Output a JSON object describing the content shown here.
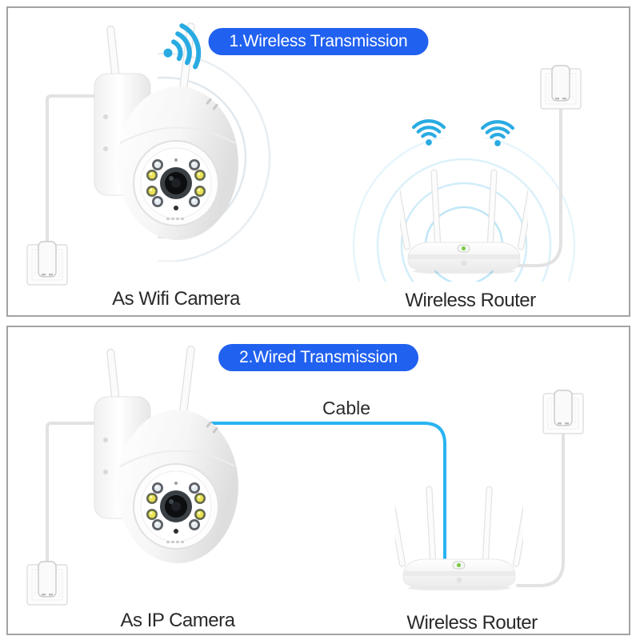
{
  "panels": [
    {
      "banner": "1.Wireless Transmission",
      "device_label": "As Wifi Camera",
      "router_label": "Wireless Router"
    },
    {
      "banner": "2.Wired Transmission",
      "device_label": "As IP Camera",
      "router_label": "Wireless Router",
      "cable_label": "Cable"
    }
  ],
  "icons": {
    "wifi_signal": "wifi-signal-icon",
    "signal_ripples": "signal-ripples",
    "camera": "ptz-wifi-camera",
    "router": "wireless-router",
    "outlet": "wall-outlet-plug"
  },
  "colors": {
    "banner_blue": "#2161f0",
    "wifi_blue": "#29abe2",
    "cable_blue": "#29b4f0",
    "ripple_blue": "#b9e3f6",
    "ripple_gray": "#ccd9e3",
    "panel_border": "#a3a3a3",
    "led_green": "#7ac943",
    "label_dark": "#2a2a2a"
  }
}
